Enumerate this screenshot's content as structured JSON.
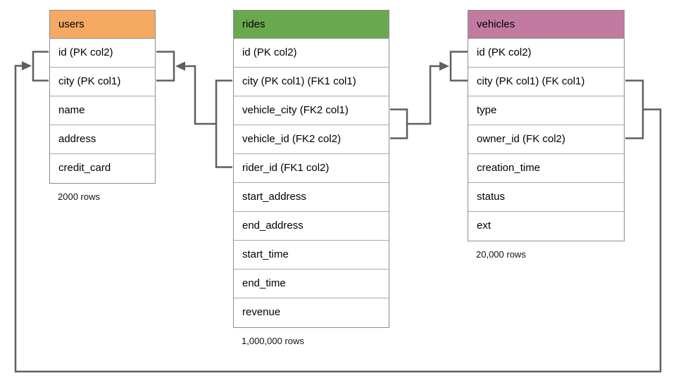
{
  "tables": [
    {
      "name": "users",
      "header_color": "#F5A962",
      "columns": [
        "id (PK col2)",
        "city (PK col1)",
        "name",
        "address",
        "credit_card"
      ],
      "row_count": "2000 rows"
    },
    {
      "name": "rides",
      "header_color": "#6AA84F",
      "columns": [
        "id (PK col2)",
        "city (PK col1) (FK1 col1)",
        "vehicle_city (FK2 col1)",
        "vehicle_id (FK2 col2)",
        "rider_id (FK1 col2)",
        "start_address",
        "end_address",
        "start_time",
        "end_time",
        "revenue"
      ],
      "row_count": "1,000,000 rows"
    },
    {
      "name": "vehicles",
      "header_color": "#C27BA0",
      "columns": [
        "id (PK col2)",
        "city (PK col1) (FK col1)",
        "type",
        "owner_id (FK col2)",
        "creation_time",
        "status",
        "ext"
      ],
      "row_count": "20,000 rows"
    }
  ],
  "relationships": [
    {
      "name": "rides-fk1-to-users",
      "arrow_points_to": "users",
      "links_columns": [
        "city (PK col1) (FK1 col1)",
        "rider_id (FK1 col2)"
      ]
    },
    {
      "name": "rides-fk2-to-vehicles",
      "arrow_points_to": "vehicles",
      "links_columns": [
        "vehicle_city (FK2 col1)",
        "vehicle_id (FK2 col2)"
      ]
    },
    {
      "name": "vehicles-fk-to-users",
      "arrow_points_to": "users",
      "links_columns": [
        "city (PK col1) (FK col1)",
        "owner_id (FK col2)"
      ]
    }
  ],
  "colors": {
    "users_header": "#F5A962",
    "rides_header": "#6AA84F",
    "vehicles_header": "#C27BA0",
    "connector_line": "#5F5F5F",
    "table_border": "#8E8E8E"
  }
}
